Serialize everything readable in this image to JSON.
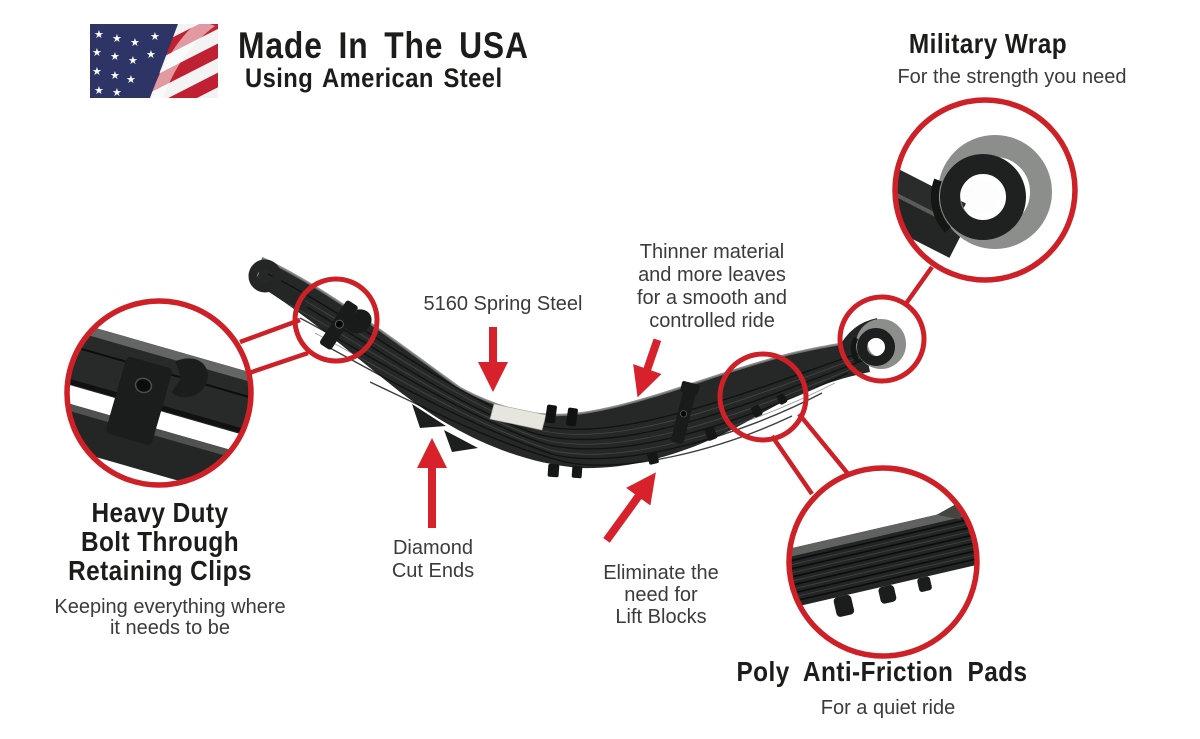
{
  "colors": {
    "accent_red": "#cd2027",
    "heading_text": "#1c1c1a",
    "body_text": "#3b3b3b",
    "spring_dark": "#262827",
    "flag_blue": "#2e3566",
    "flag_red": "#bf2032"
  },
  "header": {
    "flag_icon": "us-flag-icon",
    "title": "Made In The USA",
    "subtitle": "Using American Steel"
  },
  "callouts": {
    "military_wrap": {
      "title": "Military Wrap",
      "subtitle": "For the strength you need"
    },
    "retaining_clips": {
      "title": "Heavy Duty\nBolt Through\nRetaining Clips",
      "subtitle": "Keeping everything where\nit needs to be"
    },
    "poly_pads": {
      "title": "Poly Anti-Friction Pads",
      "subtitle": "For a quiet ride"
    }
  },
  "annotations": {
    "spring_steel": {
      "label": "5160 Spring Steel"
    },
    "thinner_material": {
      "label": "Thinner material\nand more leaves\nfor a smooth and\ncontrolled ride"
    },
    "diamond_cut_ends": {
      "label": "Diamond\nCut Ends"
    },
    "lift_blocks": {
      "label": "Eliminate the\nneed for\nLift Blocks"
    }
  }
}
